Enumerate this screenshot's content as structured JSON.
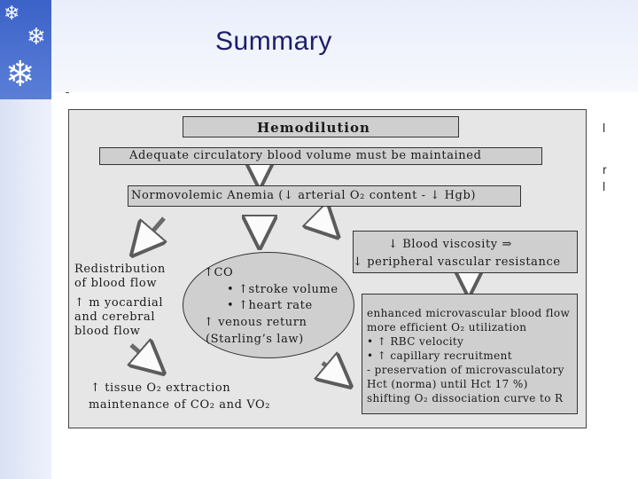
{
  "slide": {
    "title": "Summary",
    "right_fragments": [
      "l",
      "r",
      "l"
    ]
  },
  "diagram": {
    "header": "Hemodilution",
    "line1": "Adequate circulatory blood volume must be maintained",
    "line2": "Normovolemic Anemia (↓ arterial O₂ content - ↓ Hgb)",
    "right_box": {
      "line1": "↓ Blood viscosity ⇒",
      "line2": "↓  peripheral vascular resistance"
    },
    "left_top": {
      "line1": "Redistribution",
      "line2": "of blood flow",
      "line3": "↑  m yocardial",
      "line4": "and cerebral",
      "line5": "blood flow"
    },
    "ellipse": {
      "line1": "↑CO",
      "line2": "• ↑stroke volume",
      "line3": "• ↑heart rate",
      "line4": "↑ venous return",
      "line5": "(Starling’s law)"
    },
    "bottom_right": {
      "line1": "enhanced microvascular blood flow",
      "line2": "more efficient O₂ utilization",
      "line3": "• ↑  RBC velocity",
      "line4": "• ↑  capillary recruitment",
      "line5": "- preservation of microvasculatory",
      "line6": "  Hct (norma) until Hct 17 %)",
      "line7": "shifting O₂ dissociation curve to R"
    },
    "bottom_left": {
      "line1": "↑ tissue O₂ extraction",
      "line2": "maintenance of CO₂ and VO₂"
    }
  }
}
